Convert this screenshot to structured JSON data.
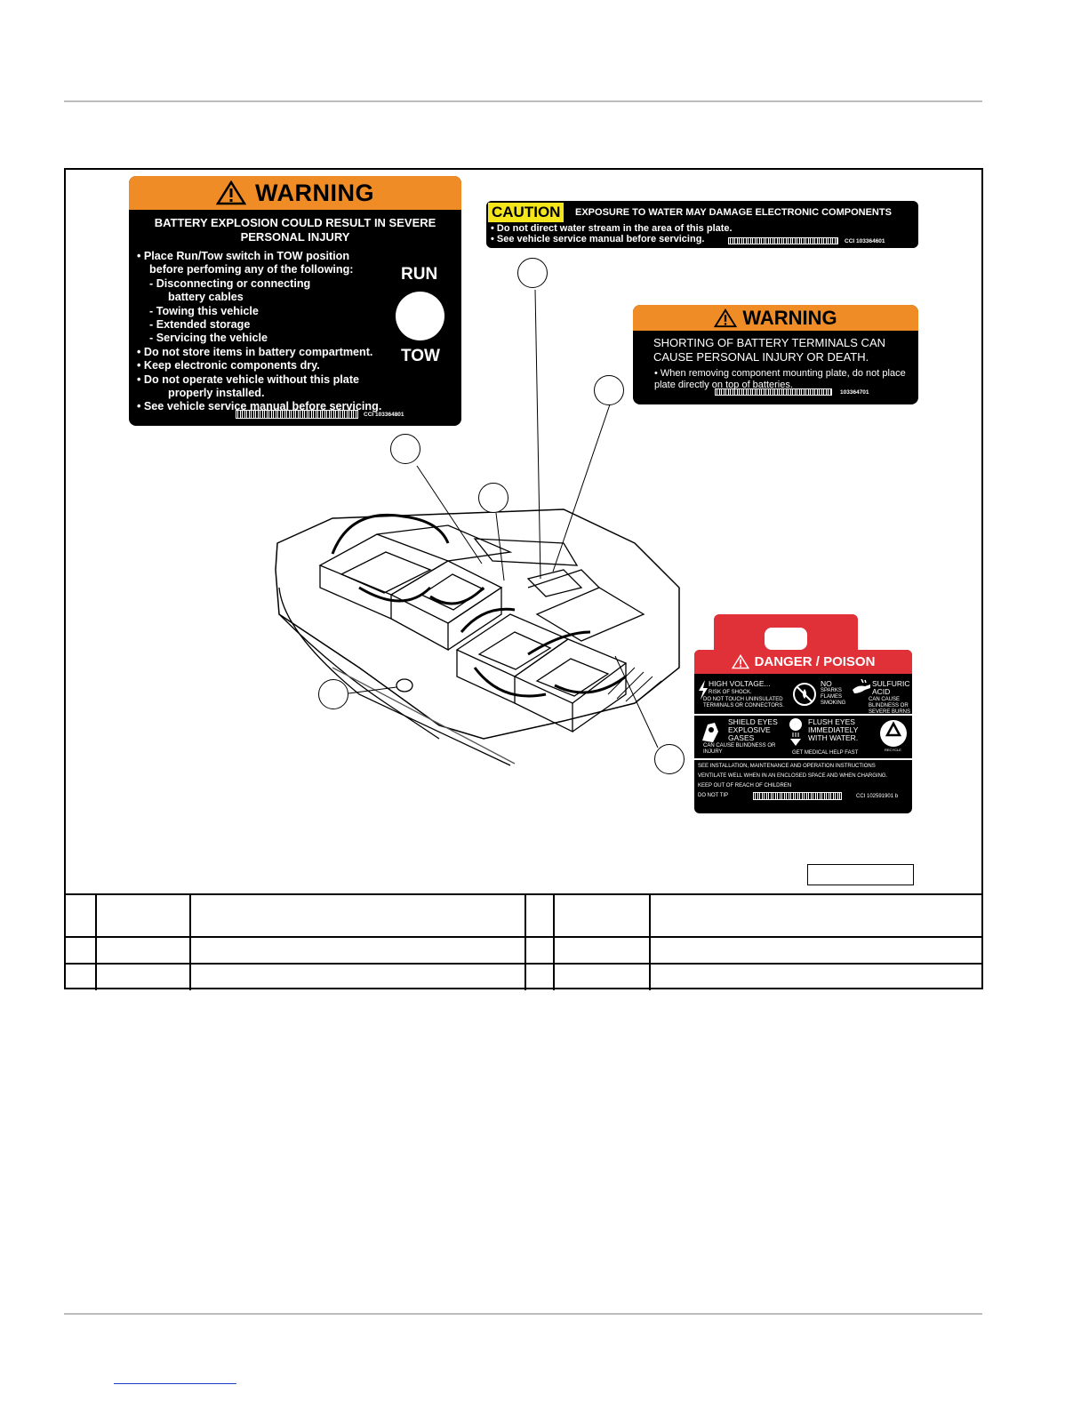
{
  "warning_label_1": {
    "header": "WARNING",
    "title": "BATTERY EXPLOSION COULD RESULT IN SEVERE PERSONAL INJURY",
    "bullets": [
      "• Place Run/Tow switch in TOW position",
      "before perfoming any of the following:",
      "- Disconnecting or connecting",
      "battery cables",
      "- Towing this vehicle",
      "- Extended storage",
      "- Servicing the vehicle",
      "• Do not store items in battery compartment.",
      "• Keep electronic components dry.",
      "• Do not operate vehicle without this plate",
      "properly installed.",
      "• See vehicle service manual before servicing."
    ],
    "run": "RUN",
    "tow": "TOW",
    "code": "CCI 103364801"
  },
  "caution_label": {
    "tag": "CAUTION",
    "heading": "EXPOSURE TO WATER MAY DAMAGE ELECTRONIC COMPONENTS",
    "lines": [
      "• Do not direct water stream in the area of this plate.",
      "• See vehicle service manual before servicing."
    ],
    "code": "CCI 103364601"
  },
  "warning_label_2": {
    "header": "WARNING",
    "text": "SHORTING OF BATTERY TERMINALS CAN CAUSE PERSONAL INJURY OR DEATH.",
    "bullet": "•    When removing component mounting plate, do not place plate directly on top of batteries.",
    "code": "103364701"
  },
  "danger_label": {
    "header": "DANGER / POISON",
    "high_voltage": "HIGH VOLTAGE...",
    "shock": "RISK OF SHOCK.",
    "shock_detail": "DO NOT TOUCH UNINSULATED TERMINALS OR CONNECTORS.",
    "no": "NO",
    "sparks": "SPARKS FLAMES SMOKING",
    "acid": "SULFURIC ACID",
    "acid_detail": "CAN CAUSE BLINDNESS OR SEVERE BURNS",
    "shield": "SHIELD EYES EXPLOSIVE GASES",
    "shield_detail": "CAN CAUSE BLINDNESS OR INJURY",
    "flush": "FLUSH EYES IMMEDIATELY WITH WATER.",
    "medical": "GET MEDICAL HELP FAST",
    "recycle": "RECYCLE",
    "note1": "SEE INSTALLATION, MAINTENANCE AND OPERATION INSTRUCTIONS",
    "note2": "VENTILATE WELL WHEN IN AN ENCLOSED SPACE AND WHEN CHARGING.",
    "note3": "KEEP OUT OF REACH OF CHILDREN",
    "note4": "DO NOT TIP",
    "code": "CCI 102591901 b"
  },
  "colors": {
    "warning_orange": "#ef8c25",
    "caution_yellow": "#f5e61c",
    "danger_red": "#e03038"
  },
  "icons": [
    "warning-triangle-icon",
    "lightning-icon",
    "no-flame-icon",
    "acid-hand-icon",
    "eye-shield-icon",
    "eye-flush-icon",
    "recycle-icon"
  ]
}
